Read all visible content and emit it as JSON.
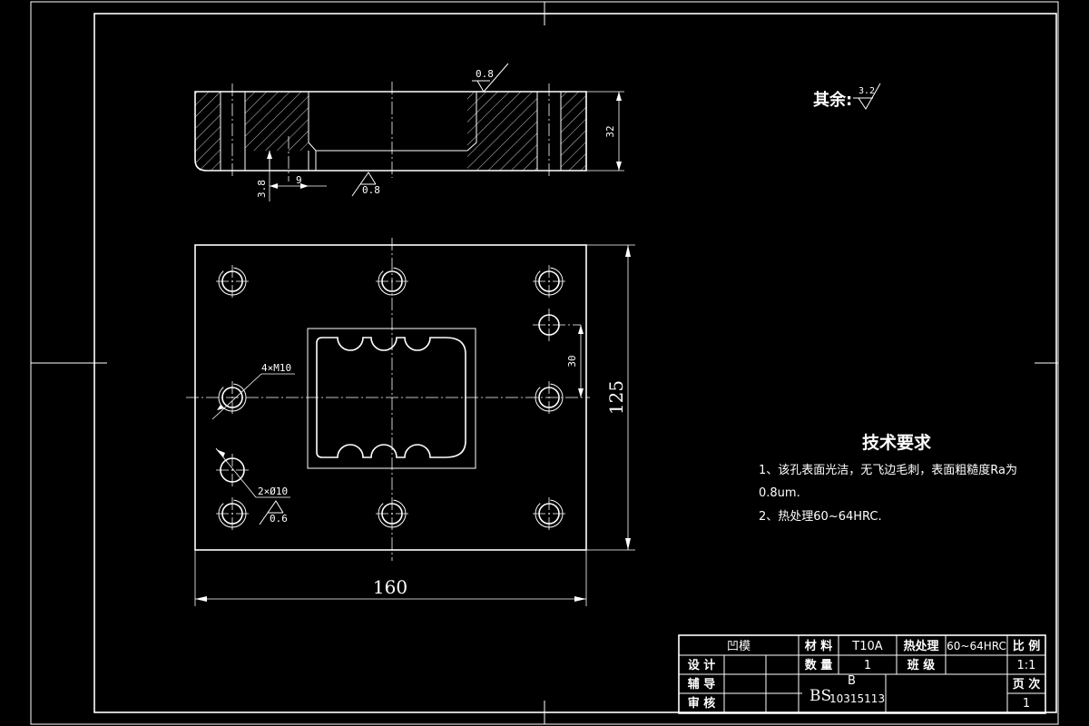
{
  "drawing": {
    "top_view": {
      "roughness_top": "0.8",
      "roughness_bottom": "0.8",
      "dim_height": "32",
      "dim_9": "9",
      "dim_3_8": "3.8"
    },
    "plan_view": {
      "dim_width": "160",
      "dim_height": "125",
      "dim_30": "30",
      "callout_thread": "4×M10",
      "callout_pin": "2×Ø10",
      "callout_pin_roughness": "0.6"
    },
    "remaining_roughness": {
      "label": "其余:",
      "value": "3.2"
    },
    "tech_requirements": {
      "title": "技术要求",
      "line1": "1、该孔表面光洁，无飞边毛刺，表面粗糙度Ra为",
      "line2": "0.8um.",
      "line3": "2、热处理60~64HRC."
    },
    "title_block": {
      "part_name": "凹模",
      "material_label": "材 料",
      "material_value": "T10A",
      "heat_treat_label": "热处理",
      "heat_treat_value": "60~64HRC",
      "scale_label": "比 例",
      "scale_value": "1:1",
      "design_label": "设 计",
      "quantity_label": "数 量",
      "quantity_value": "1",
      "class_label": "班 级",
      "guide_label": "辅 导",
      "review_label": "审 核",
      "drawing_no_prefix": "BS",
      "drawing_no_sup": "B",
      "drawing_no_sub": "10315113",
      "page_label": "页 次",
      "page_value": "1"
    }
  }
}
